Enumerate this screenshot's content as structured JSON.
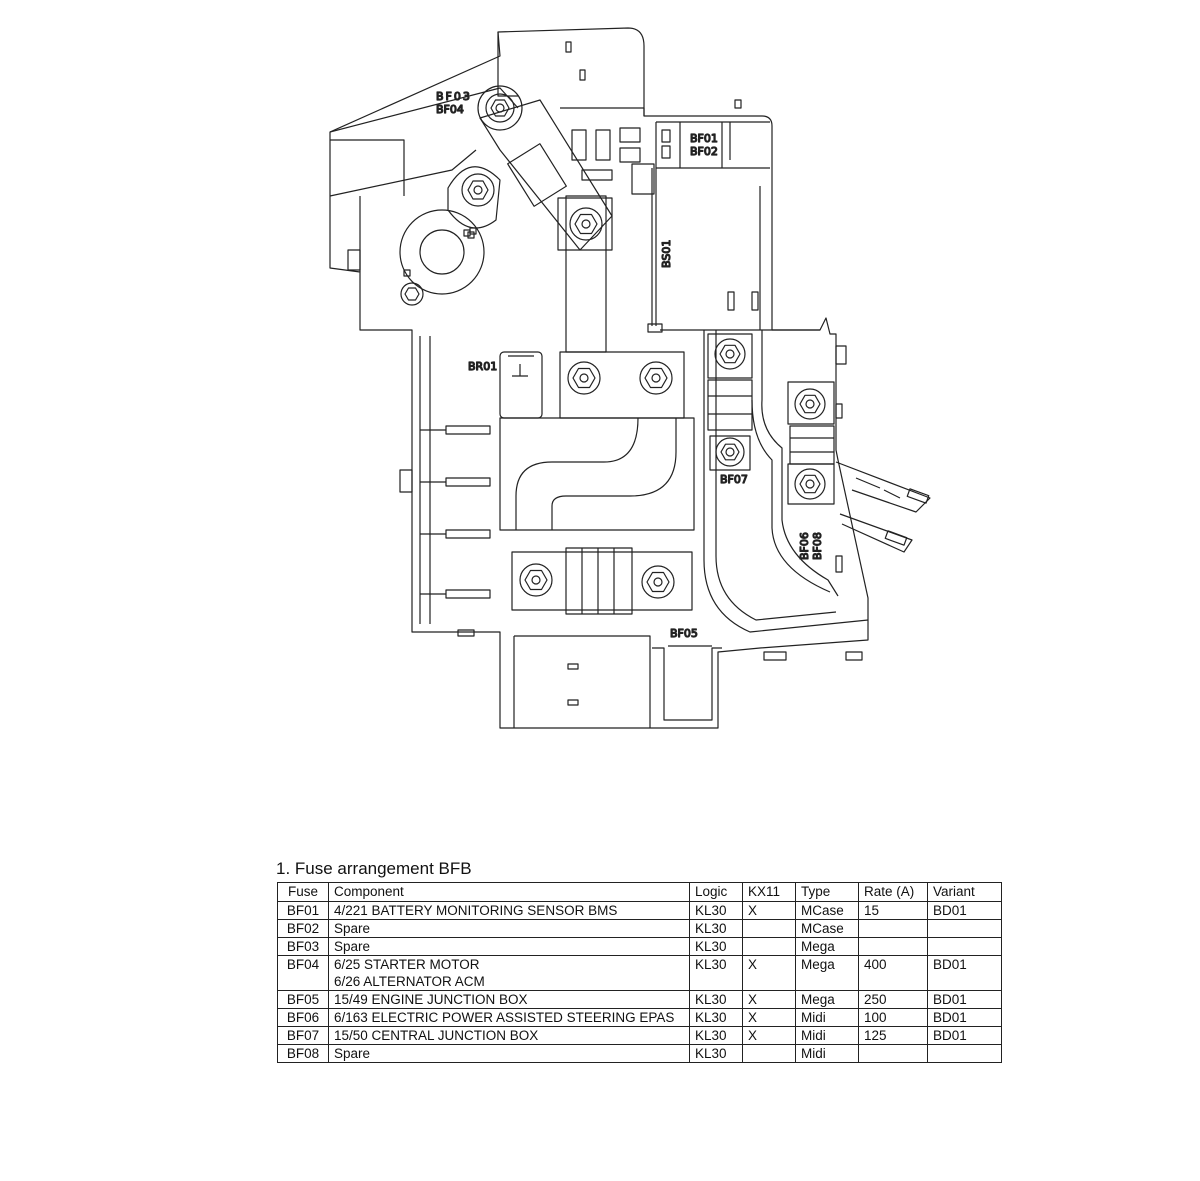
{
  "diagram": {
    "labels": {
      "bf03": "BF03",
      "bf04": "BF04",
      "bf01": "BF01",
      "bf02": "BF02",
      "bs01": "BS01",
      "br01": "BR01",
      "bf07": "BF07",
      "bf06": "BF06",
      "bf08": "BF08",
      "bf05": "BF05"
    }
  },
  "table": {
    "title": "1. Fuse arrangement BFB",
    "headers": {
      "fuse": "Fuse",
      "component": "Component",
      "logic": "Logic",
      "kx11": "KX11",
      "type": "Type",
      "rate": "Rate (A)",
      "variant": "Variant"
    },
    "rows": [
      {
        "fuse": "BF01",
        "component": [
          "4/221 BATTERY MONITORING SENSOR BMS"
        ],
        "logic": "KL30",
        "kx11": "X",
        "type": "MCase",
        "rate": "15",
        "variant": "BD01"
      },
      {
        "fuse": "BF02",
        "component": [
          "Spare"
        ],
        "logic": "KL30",
        "kx11": "",
        "type": "MCase",
        "rate": "",
        "variant": ""
      },
      {
        "fuse": "BF03",
        "component": [
          "Spare"
        ],
        "logic": "KL30",
        "kx11": "",
        "type": "Mega",
        "rate": "",
        "variant": ""
      },
      {
        "fuse": "BF04",
        "component": [
          "6/25 STARTER MOTOR",
          "6/26 ALTERNATOR ACM"
        ],
        "logic": "KL30",
        "kx11": "X",
        "type": "Mega",
        "rate": "400",
        "variant": "BD01"
      },
      {
        "fuse": "BF05",
        "component": [
          "15/49 ENGINE JUNCTION BOX"
        ],
        "logic": "KL30",
        "kx11": "X",
        "type": "Mega",
        "rate": "250",
        "variant": "BD01"
      },
      {
        "fuse": "BF06",
        "component": [
          "6/163 ELECTRIC POWER ASSISTED STEERING EPAS"
        ],
        "logic": "KL30",
        "kx11": "X",
        "type": "Midi",
        "rate": "100",
        "variant": "BD01"
      },
      {
        "fuse": "BF07",
        "component": [
          "15/50 CENTRAL JUNCTION BOX"
        ],
        "logic": "KL30",
        "kx11": "X",
        "type": "Midi",
        "rate": "125",
        "variant": "BD01"
      },
      {
        "fuse": "BF08",
        "component": [
          "Spare"
        ],
        "logic": "KL30",
        "kx11": "",
        "type": "Midi",
        "rate": "",
        "variant": ""
      }
    ]
  }
}
